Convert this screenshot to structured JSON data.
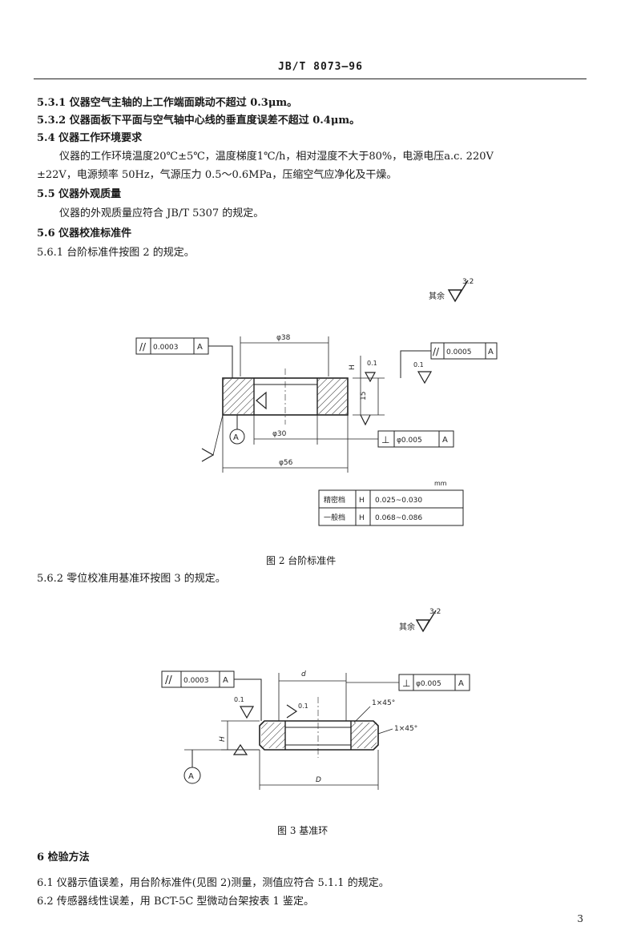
{
  "header": {
    "code": "JB/T 8073—96"
  },
  "paragraphs": {
    "p531": "5.3.1  仪器空气主轴的上工作端面跳动不超过 0.3μm。",
    "p532": "5.3.2  仪器面板下平面与空气轴中心线的垂直度误差不超过 0.4μm。",
    "p54": "5.4  仪器工作环境要求",
    "p54a": "仪器的工作环境温度20℃±5℃，温度梯度1℃/h，相对湿度不大于80%，电源电压a.c. 220V",
    "p54b": "±22V，电源频率 50Hz，气源压力 0.5～0.6MPa，压缩空气应净化及干燥。",
    "p55": "5.5  仪器外观质量",
    "p55a": "仪器的外观质量应符合 JB/T 5307 的规定。",
    "p56": "5.6  仪器校准标准件",
    "p561": "5.6.1  台阶标准件按图 2 的规定。",
    "p562": "5.6.2  零位校准用基准环按图 3 的规定。",
    "s6": "6  检验方法",
    "p61": "6.1  仪器示值误差，用台阶标准件(见图 2)测量，测值应符合 5.1.1 的规定。",
    "p62": "6.2  传感器线性误差，用 BCT-5C 型微动台架按表 1 鉴定。"
  },
  "figure2": {
    "caption": "图 2  台阶标准件",
    "surface_note": "其余",
    "surface_value": "3.2",
    "tol_parallel": "0.0003",
    "tol_parallel2": "0.0005",
    "tol_perp": "φ0.005",
    "datum": "A",
    "dim_top": "φ38",
    "dim_bore": "φ30",
    "dim_od": "φ56",
    "dim_h": "15",
    "dim_h2": "H",
    "rough_a": "0.1",
    "rough_b": "0.1",
    "table_unit": "mm",
    "table_rows": [
      {
        "name": "精密档",
        "sym": "H",
        "val": "0.025~0.030"
      },
      {
        "name": "一般档",
        "sym": "H",
        "val": "0.068~0.086"
      }
    ]
  },
  "figure3": {
    "caption": "图 3  基准环",
    "surface_note": "其余",
    "surface_value": "3.2",
    "tol_parallel": "0.0003",
    "tol_perp": "φ0.005",
    "datum": "A",
    "dim_d": "d",
    "dim_D": "D",
    "dim_h": "H",
    "chamfer1": "1×45°",
    "chamfer2": "1×45°",
    "rough_a": "0.1",
    "rough_b": "0.1"
  },
  "page_number": "3"
}
